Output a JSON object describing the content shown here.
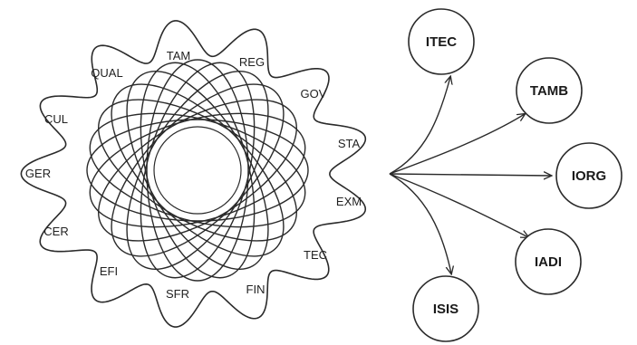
{
  "diagram": {
    "rosette_labels": [
      "TAM",
      "REG",
      "GOV",
      "STA",
      "EXM",
      "TEC",
      "FIN",
      "SFR",
      "EFI",
      "CER",
      "GER",
      "CUL",
      "QUAL"
    ],
    "output_nodes": [
      "ITEC",
      "TAMB",
      "IORG",
      "IADI",
      "ISIS"
    ],
    "colors": {
      "stroke": "#2a2a2a",
      "text": "#222222",
      "background": "#ffffff"
    }
  }
}
